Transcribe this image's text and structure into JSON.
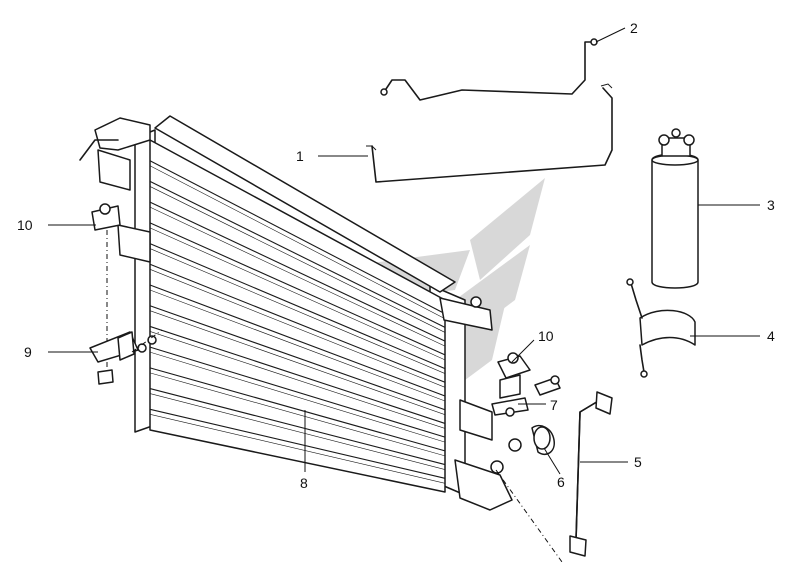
{
  "callouts": [
    {
      "id": "1",
      "text": "1"
    },
    {
      "id": "2",
      "text": "2"
    },
    {
      "id": "3",
      "text": "3"
    },
    {
      "id": "4",
      "text": "4"
    },
    {
      "id": "5",
      "text": "5"
    },
    {
      "id": "6",
      "text": "6"
    },
    {
      "id": "7",
      "text": "7"
    },
    {
      "id": "8",
      "text": "8"
    },
    {
      "id": "9",
      "text": "9"
    },
    {
      "id": "10a",
      "text": "10"
    },
    {
      "id": "10b",
      "text": "10"
    }
  ],
  "colors": {
    "line": "#1a1a1a",
    "background": "#ffffff",
    "watermark": "#9a9a9a"
  }
}
